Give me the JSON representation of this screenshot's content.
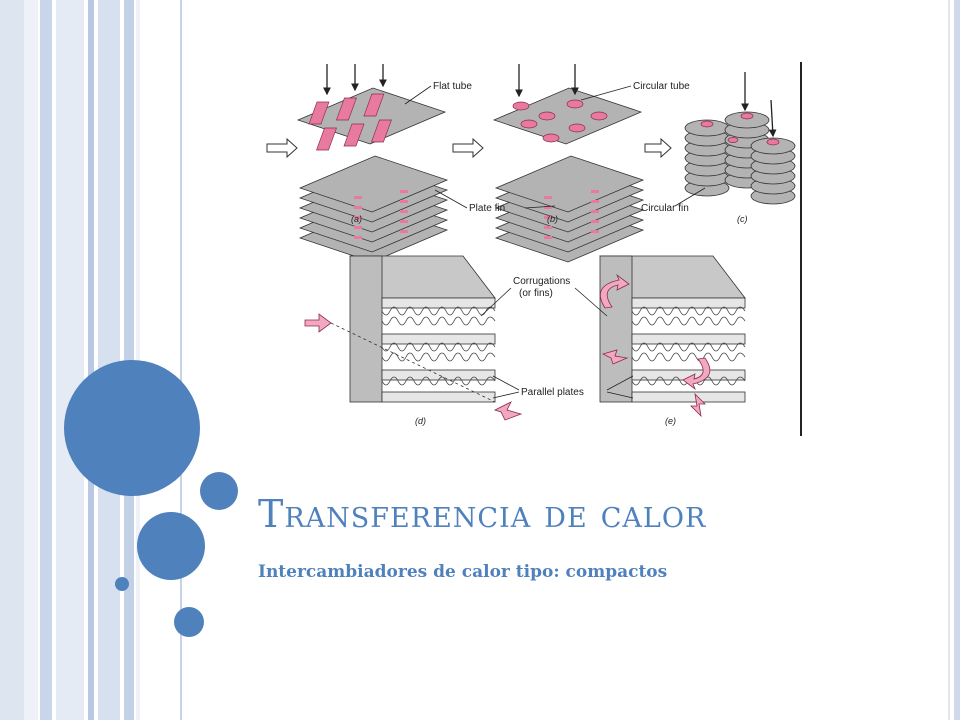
{
  "slide": {
    "title": "Transferencia de calor",
    "subtitle": "Intercambiadores de calor tipo: compactos"
  },
  "figure": {
    "labels": {
      "flat_tube": "Flat tube",
      "circular_tube": "Circular tube",
      "plate_fin": "Plate fin",
      "circular_fin": "Circular fin",
      "corrugations": "Corrugations",
      "or_fins": "(or fins)",
      "parallel_plates": "Parallel plates"
    },
    "panels": [
      "(a)",
      "(b)",
      "(c)",
      "(d)",
      "(e)"
    ]
  },
  "colors": {
    "accent": "#4f81bd",
    "tube_pink": "#e87aa0",
    "fin_gray": "#a6a6a6"
  }
}
